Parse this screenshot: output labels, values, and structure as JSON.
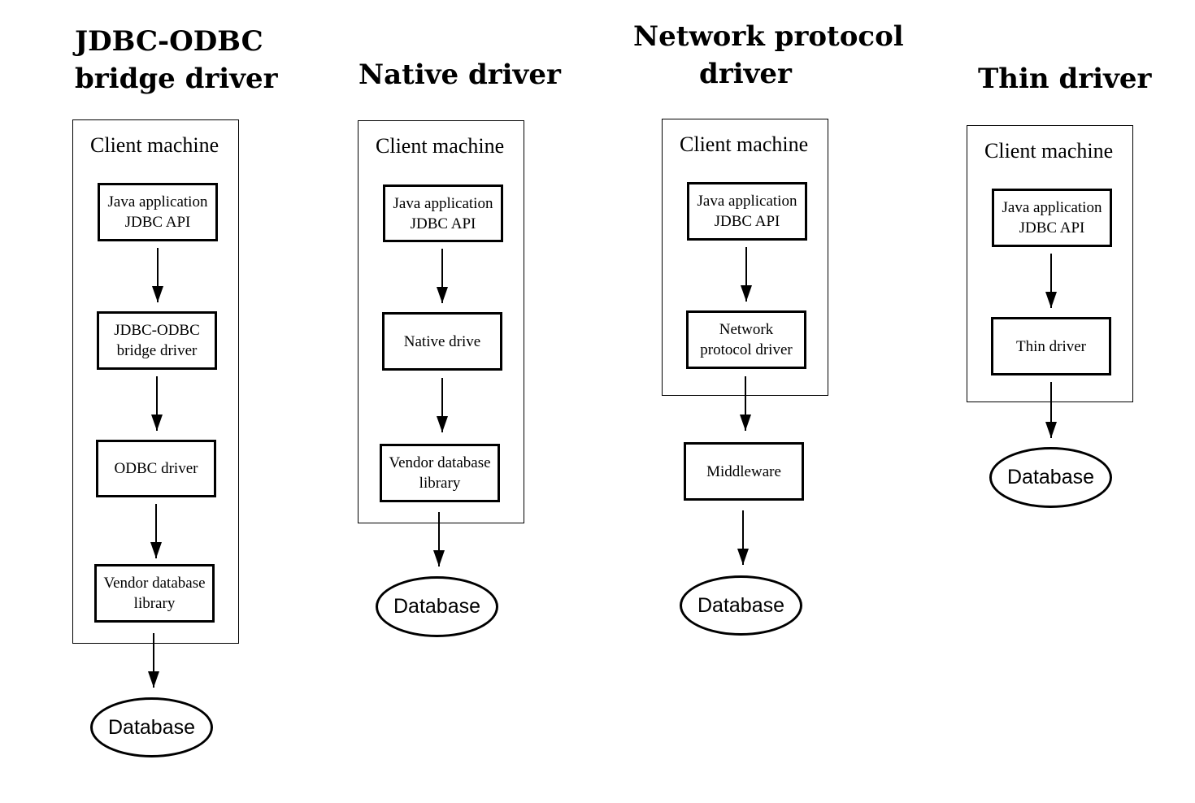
{
  "columns": [
    {
      "title_lines": [
        "JDBC-ODBC",
        "bridge driver"
      ],
      "frame_label": "Client machine",
      "boxes": [
        {
          "lines": [
            "Java application",
            "JDBC API"
          ]
        },
        {
          "lines": [
            "JDBC-ODBC",
            "bridge driver"
          ]
        },
        {
          "lines": [
            "ODBC driver"
          ]
        },
        {
          "lines": [
            "Vendor database",
            "library"
          ]
        }
      ],
      "outside_boxes": [],
      "database_label": "Database"
    },
    {
      "title_lines": [
        "Native driver"
      ],
      "frame_label": "Client machine",
      "boxes": [
        {
          "lines": [
            "Java application",
            "JDBC API"
          ]
        },
        {
          "lines": [
            "Native drive"
          ]
        },
        {
          "lines": [
            "Vendor database",
            "library"
          ]
        }
      ],
      "outside_boxes": [],
      "database_label": "Database"
    },
    {
      "title_lines": [
        "Network protocol",
        "driver"
      ],
      "frame_label": "Client machine",
      "boxes": [
        {
          "lines": [
            "Java application",
            "JDBC API"
          ]
        },
        {
          "lines": [
            "Network",
            "protocol driver"
          ]
        }
      ],
      "outside_boxes": [
        {
          "lines": [
            "Middleware"
          ]
        }
      ],
      "database_label": "Database"
    },
    {
      "title_lines": [
        "Thin driver"
      ],
      "frame_label": "Client machine",
      "boxes": [
        {
          "lines": [
            "Java application",
            "JDBC API"
          ]
        },
        {
          "lines": [
            "Thin driver"
          ]
        }
      ],
      "outside_boxes": [],
      "database_label": "Database"
    }
  ]
}
